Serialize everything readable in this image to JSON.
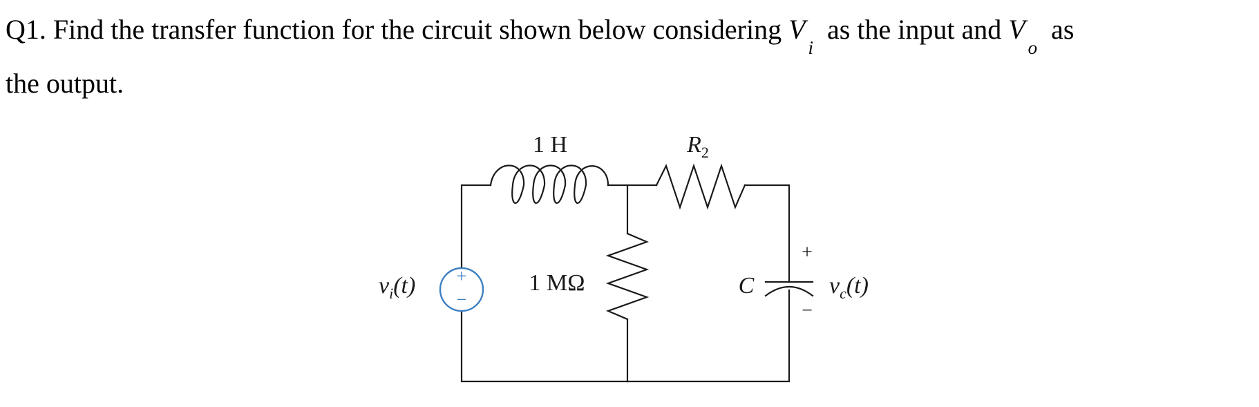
{
  "question": {
    "label": "Q1.",
    "text_before": "Find the transfer function for the circuit shown below considering",
    "input_var": "V",
    "input_sub": "i",
    "text_middle": "as the input and",
    "output_var": "V",
    "output_sub": "o",
    "text_after_line1": "as",
    "text_line2": "the output."
  },
  "circuit": {
    "inductor_label": "1 H",
    "resistor2_label": "R",
    "resistor2_sub": "2",
    "resistor1_label": "1 MΩ",
    "capacitor_label": "C",
    "source_label": "v",
    "source_sub": "i",
    "source_arg": "(t)",
    "source_plus": "+",
    "source_minus": "−",
    "cap_voltage_label": "v",
    "cap_voltage_sub": "c",
    "cap_voltage_arg": "(t)",
    "cap_plus": "+",
    "cap_minus": "−",
    "colors": {
      "wire": "#1a1a1a",
      "source": "#3d7fc1"
    }
  }
}
